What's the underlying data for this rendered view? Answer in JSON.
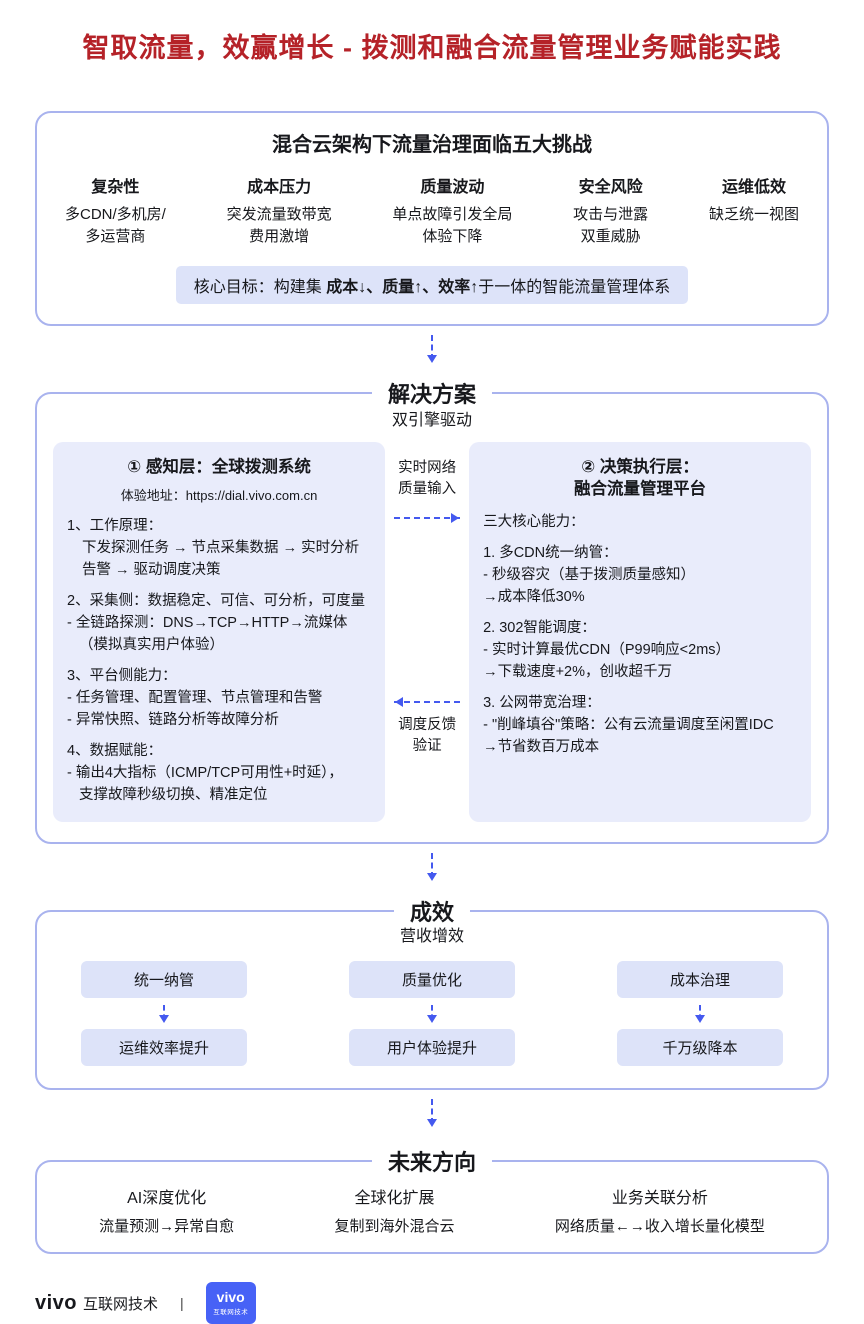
{
  "colors": {
    "accent_blue": "#4459ef",
    "title_red": "#b52228",
    "vivo_blue": "#4762f6",
    "panel_lavender": "#e9ecfb",
    "pill_lavender": "#dde3f9",
    "box_border": "#a9b3ee"
  },
  "page": {
    "title": "智取流量，效赢增长 - 拨测和融合流量管理业务赋能实践"
  },
  "challenges": {
    "heading": "混合云架构下流量治理面临五大挑战",
    "items": [
      {
        "title": "复杂性",
        "desc": "多CDN/多机房/\n多运营商"
      },
      {
        "title": "成本压力",
        "desc": "突发流量致带宽\n费用激增"
      },
      {
        "title": "质量波动",
        "desc": "单点故障引发全局\n体验下降"
      },
      {
        "title": "安全风险",
        "desc": "攻击与泄露\n双重威胁"
      },
      {
        "title": "运维低效",
        "desc": "缺乏统一视图"
      }
    ],
    "goal_prefix": "核心目标：构建集 ",
    "goal_bold": "成本↓、质量↑、效率↑",
    "goal_suffix": "于一体的智能流量管理体系"
  },
  "solution": {
    "heading": "解决方案",
    "subtitle": "双引擎驱动",
    "left": {
      "title": "① 感知层：全球拨测系统",
      "subtitle": "体验地址：https://dial.vivo.com.cn",
      "lines": [
        "1、工作原理：",
        "下发探测任务 → 节点采集数据 → 实时分析",
        "告警 → 驱动调度决策",
        "2、采集侧：数据稳定、可信、可分析，可度量",
        "- 全链路探测：DNS→TCP→HTTP→流媒体",
        "（模拟真实用户体验）",
        "3、平台侧能力：",
        "- 任务管理、配置管理、节点管理和告警",
        "- 异常快照、链路分析等故障分析",
        "4、数据赋能：",
        "- 输出4大指标（ICMP/TCP可用性+时延），",
        "支撑故障秒级切换、精准定位"
      ]
    },
    "connector": {
      "input_label": "实时网络\n质量输入",
      "feedback_label": "调度反馈\n验证"
    },
    "right": {
      "title1": "② 决策执行层：",
      "title2": "融合流量管理平台",
      "lines": [
        "三大核心能力：",
        "1. 多CDN统一纳管：",
        "- 秒级容灾（基于拨测质量感知）",
        "→成本降低30%",
        "2. 302智能调度：",
        "- 实时计算最优CDN（P99响应<2ms）",
        "→下载速度+2%，创收超千万",
        "3. 公网带宽治理：",
        "- \"削峰填谷\"策略：公有云流量调度至闲置IDC",
        "→节省数百万成本"
      ]
    }
  },
  "effects": {
    "heading": "成效",
    "subtitle": "营收增效",
    "columns": [
      {
        "top": "统一纳管",
        "bottom": "运维效率提升"
      },
      {
        "top": "质量优化",
        "bottom": "用户体验提升"
      },
      {
        "top": "成本治理",
        "bottom": "千万级降本"
      }
    ]
  },
  "future": {
    "heading": "未来方向",
    "columns": [
      {
        "title": "AI深度优化",
        "desc": "流量预测→异常自愈"
      },
      {
        "title": "全球化扩展",
        "desc": "复制到海外混合云"
      },
      {
        "title": "业务关联分析",
        "desc": "网络质量←→收入增长量化模型"
      }
    ]
  },
  "footer": {
    "brand": "vivo",
    "brand_suffix": "互联网技术",
    "divider": "|",
    "logo_main": "vivo",
    "logo_sub": "互联网技术"
  }
}
